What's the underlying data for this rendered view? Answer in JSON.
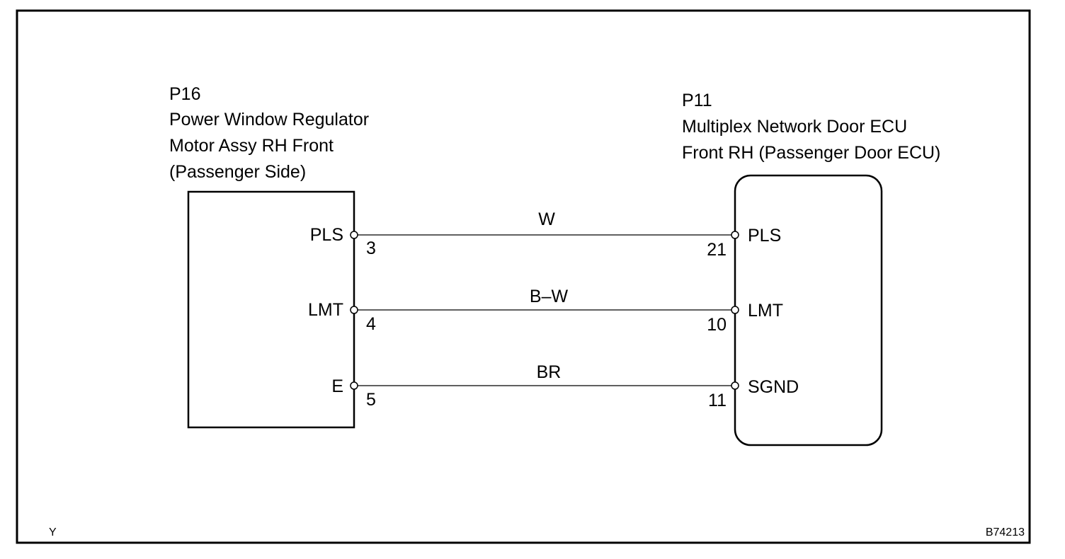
{
  "components": [
    {
      "id": "P16",
      "code": "P16",
      "name_lines": [
        "Power Window Regulator",
        "Motor Assy RH Front",
        "(Passenger Side)"
      ],
      "pins": [
        {
          "name": "PLS",
          "number": "3"
        },
        {
          "name": "LMT",
          "number": "4"
        },
        {
          "name": "E",
          "number": "5"
        }
      ]
    },
    {
      "id": "P11",
      "code": "P11",
      "name_lines": [
        "Multiplex Network Door ECU",
        "Front RH (Passenger Door ECU)"
      ],
      "pins": [
        {
          "name": "PLS",
          "number": "21"
        },
        {
          "name": "LMT",
          "number": "10"
        },
        {
          "name": "SGND",
          "number": "11"
        }
      ]
    }
  ],
  "wires": [
    {
      "color_code": "W",
      "from": "P16.PLS",
      "to": "P11.PLS"
    },
    {
      "color_code": "B–W",
      "from": "P16.LMT",
      "to": "P11.LMT"
    },
    {
      "color_code": "BR",
      "from": "P16.E",
      "to": "P11.SGND"
    }
  ],
  "footer": {
    "left_mark": "Y",
    "figure_id": "B74213"
  }
}
